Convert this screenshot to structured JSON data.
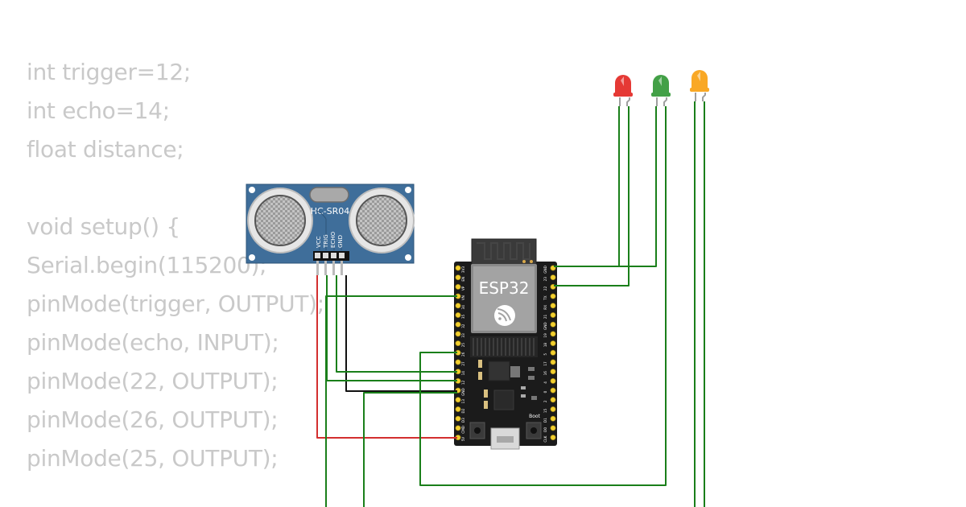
{
  "code": {
    "lines": [
      "int trigger=12;",
      "int echo=14;",
      "float distance;",
      "",
      "void setup() {",
      "Serial.begin(115200);",
      "pinMode(trigger, OUTPUT);",
      "pinMode(echo, INPUT);",
      "pinMode(22, OUTPUT);",
      "pinMode(26, OUTPUT);",
      "pinMode(25, OUTPUT);"
    ]
  },
  "sensor": {
    "model": "HC-SR04",
    "pins": [
      "VCC",
      "TRIG",
      "ECHO",
      "GND"
    ]
  },
  "board": {
    "label": "ESP32",
    "boot_label": "Boot",
    "left_pins": [
      "3V3",
      "EN",
      "VP",
      "VN",
      "34",
      "35",
      "32",
      "33",
      "25",
      "26",
      "27",
      "14",
      "12",
      "GND",
      "13",
      "D2",
      "D3",
      "CMD",
      "5V"
    ],
    "right_pins": [
      "GND",
      "23",
      "22",
      "TX",
      "RX",
      "21",
      "GND",
      "19",
      "18",
      "5",
      "17",
      "16",
      "4",
      "0",
      "2",
      "15",
      "D1",
      "D0",
      "CLK"
    ]
  },
  "leds": [
    {
      "color": "#e53935"
    },
    {
      "color": "#43a047"
    },
    {
      "color": "#f9a825"
    }
  ],
  "colors": {
    "wire_green": "#1a7f1a",
    "wire_red": "#d32f2f",
    "wire_black": "#111111",
    "sensor_blue": "#3f6e9a",
    "board_black": "#1b1b1b"
  }
}
